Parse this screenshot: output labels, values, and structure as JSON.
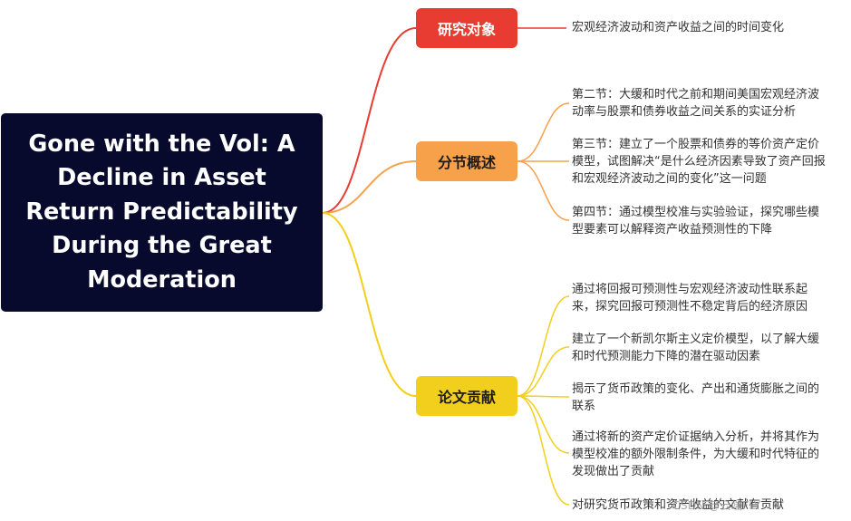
{
  "root": {
    "title": "Gone with the Vol: A\nDecline in Asset\nReturn Predictability\nDuring the Great\nModeration"
  },
  "branches": [
    {
      "label": "研究对象",
      "color": "#e83c33",
      "items": [
        "宏观经济波动和资产收益之间的时间变化"
      ]
    },
    {
      "label": "分节概述",
      "color": "#f7a14a",
      "items": [
        "第二节：大缓和时代之前和期间美国宏观经济波\n动率与股票和债券收益之间关系的实证分析",
        "第三节：建立了一个股票和债券的等价资产定价\n模型，试图解决“是什么经济因素导致了资产回报\n和宏观经济波动之间的变化”这一问题",
        "第四节：通过模型校准与实验验证，探究哪些模\n型要素可以解释资产收益预测性的下降"
      ]
    },
    {
      "label": "论文贡献",
      "color": "#f3cf1d",
      "items": [
        "通过将回报可预测性与宏观经济波动性联系起\n来，探究回报可预测性不稳定背后的经济原因",
        "建立了一个新凯尔斯主义定价模型，以了解大缓\n和时代预测能力下降的潜在驱动因素",
        "揭示了货币政策的变化、产出和通货膨胀之间的\n联系",
        "通过将新的资产定价证据纳入分析，并将其作为\n模型校准的额外限制条件，为大缓和时代特征的\n发现做出了贡献",
        "对研究货币政策和资产收益的文献有贡献"
      ]
    }
  ],
  "watermark": "CSDN @云端FLY"
}
